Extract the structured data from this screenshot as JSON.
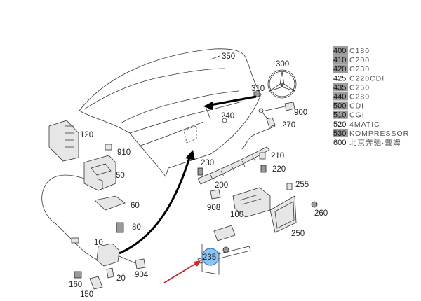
{
  "callouts": {
    "p350": "350",
    "p300": "300",
    "p310": "310",
    "p900": "900",
    "p240": "240",
    "p270": "270",
    "p120": "120",
    "p910": "910",
    "p50": "50",
    "p230": "230",
    "p210": "210",
    "p220": "220",
    "p200": "200",
    "p255": "255",
    "p60": "60",
    "p908": "908",
    "p100": "100",
    "p260": "260",
    "p80": "80",
    "p250": "250",
    "p10": "10",
    "p235": "235",
    "p160": "160",
    "p20": "20",
    "p904": "904",
    "p150": "150"
  },
  "variants": [
    {
      "code": "400",
      "label": "C180",
      "shaded": true
    },
    {
      "code": "410",
      "label": "C200",
      "shaded": true
    },
    {
      "code": "420",
      "label": "C230",
      "shaded": true
    },
    {
      "code": "425",
      "label": "C220CDI",
      "shaded": false
    },
    {
      "code": "435",
      "label": "C250",
      "shaded": true
    },
    {
      "code": "440",
      "label": "C280",
      "shaded": true
    },
    {
      "code": "500",
      "label": "CDI",
      "shaded": true
    },
    {
      "code": "510",
      "label": "CGI",
      "shaded": true
    },
    {
      "code": "520",
      "label": "4MATIC",
      "shaded": false
    },
    {
      "code": "530",
      "label": "KOMPRESSOR",
      "shaded": true
    },
    {
      "code": "600",
      "label": "北京奔驰·戴姆",
      "shaded": false
    }
  ],
  "colors": {
    "highlight_fill": "#8ec5f0",
    "highlight_stroke": "#3a7fc0",
    "pointer_arrow": "#e02020",
    "line_art": "#333333"
  }
}
